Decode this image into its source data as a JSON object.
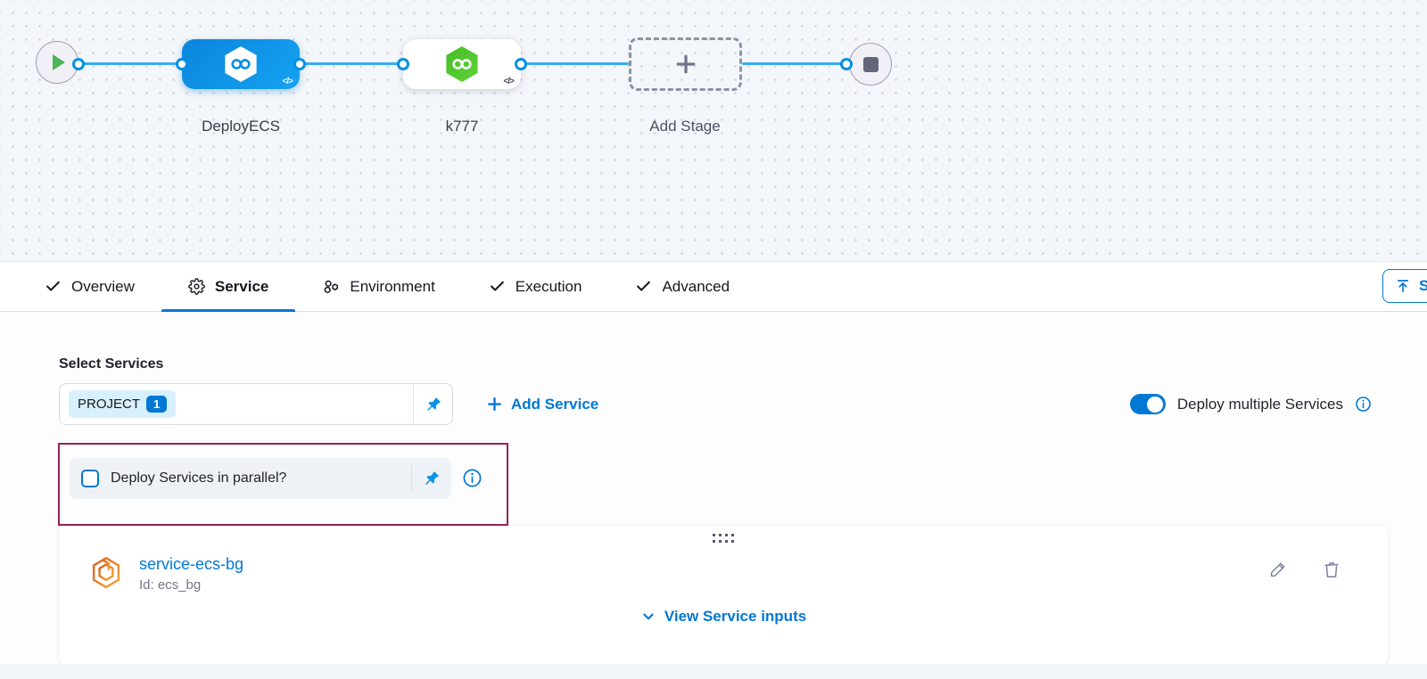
{
  "canvas": {
    "stages": [
      {
        "label": "DeployECS",
        "code_badge": "</>",
        "style": "blue"
      },
      {
        "label": "k777",
        "code_badge": "</>",
        "style": "white"
      },
      {
        "label": "Add Stage",
        "style": "add"
      }
    ]
  },
  "tabs": [
    {
      "label": "Overview",
      "icon": "check-icon",
      "active": false
    },
    {
      "label": "Service",
      "icon": "gear-icon",
      "active": true
    },
    {
      "label": "Environment",
      "icon": "environment-icon",
      "active": false
    },
    {
      "label": "Execution",
      "icon": "check-icon",
      "active": false
    },
    {
      "label": "Advanced",
      "icon": "check-icon",
      "active": false
    }
  ],
  "header_actions": {
    "save_label": "S"
  },
  "service_tab": {
    "select_services_label": "Select Services",
    "project_tag": {
      "label": "PROJECT",
      "count": "1"
    },
    "add_service_label": "Add Service",
    "deploy_multiple_label": "Deploy multiple Services",
    "parallel_label": "Deploy Services in parallel?",
    "card": {
      "name": "service-ecs-bg",
      "id": "Id: ecs_bg",
      "view_inputs_label": "View Service inputs"
    }
  },
  "colors": {
    "accent_blue": "#0278d5",
    "connector_blue": "#38acf2",
    "highlight_border": "#9a2155",
    "stage_blue": "#0b8fe5",
    "stage_green": "#4cc32a",
    "service_icon_orange": "#ee8725",
    "canvas_bg": "#f3f6fa"
  }
}
